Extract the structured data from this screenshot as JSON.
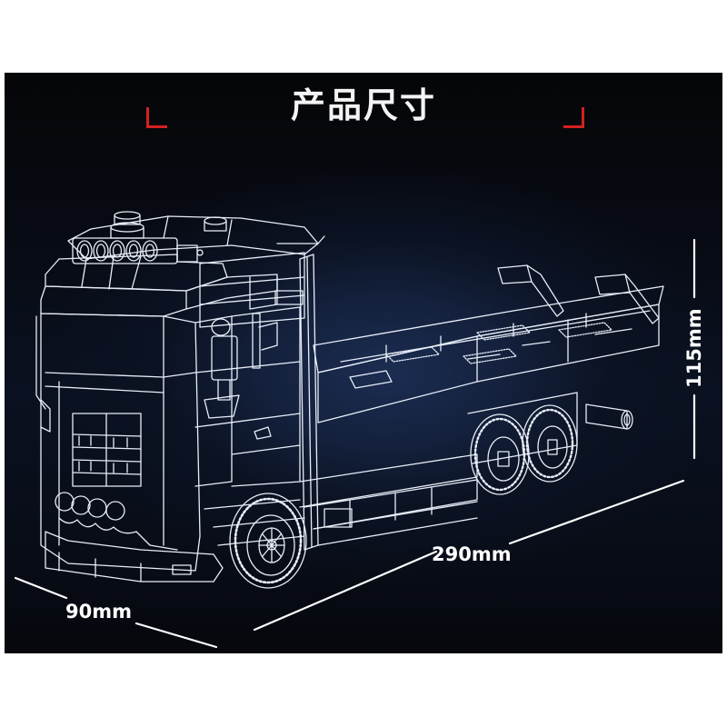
{
  "header": {
    "title": "产品尺寸",
    "accent_color": "#d42020"
  },
  "dimensions": {
    "width": {
      "label": "90mm",
      "value": 90,
      "unit": "mm"
    },
    "length": {
      "label": "290mm",
      "value": 290,
      "unit": "mm"
    },
    "height": {
      "label": "115mm",
      "value": 115,
      "unit": "mm"
    }
  },
  "illustration": {
    "subject": "truck-line-drawing",
    "line_color": "#e8eef8",
    "background_color": "#0b1222",
    "glow_color": "#1c2d52"
  }
}
